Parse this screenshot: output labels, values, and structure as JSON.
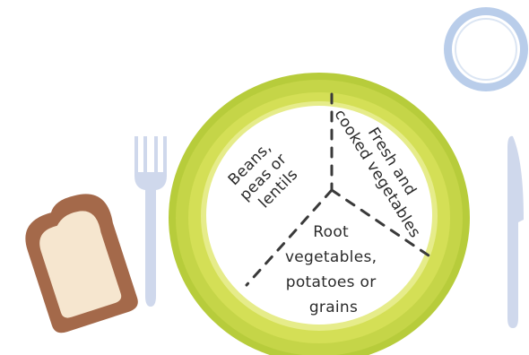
{
  "sections": {
    "beans_lines": [
      "Beans,",
      "peas or",
      "lentils"
    ],
    "fresh_lines": [
      "Fresh and",
      "cooked vegetables"
    ],
    "root_lines": [
      "Root",
      "vegetables,",
      "potatoes or",
      "grains"
    ]
  },
  "icons": {
    "plate": "plate-icon",
    "fork": "fork-icon",
    "knife": "knife-icon",
    "cup": "cup-icon",
    "bread": "bread-icon"
  },
  "colors": {
    "plate_rim": "#b7cc3b",
    "plate_rim_inner": "#d4df56",
    "plate_center": "#ffffff",
    "cutlery": "#cfd8ec",
    "cup_rim": "#b9cdea",
    "bread_crust": "#a4694a",
    "bread_inside": "#f6e6cf",
    "divider": "#3a3a3a"
  }
}
